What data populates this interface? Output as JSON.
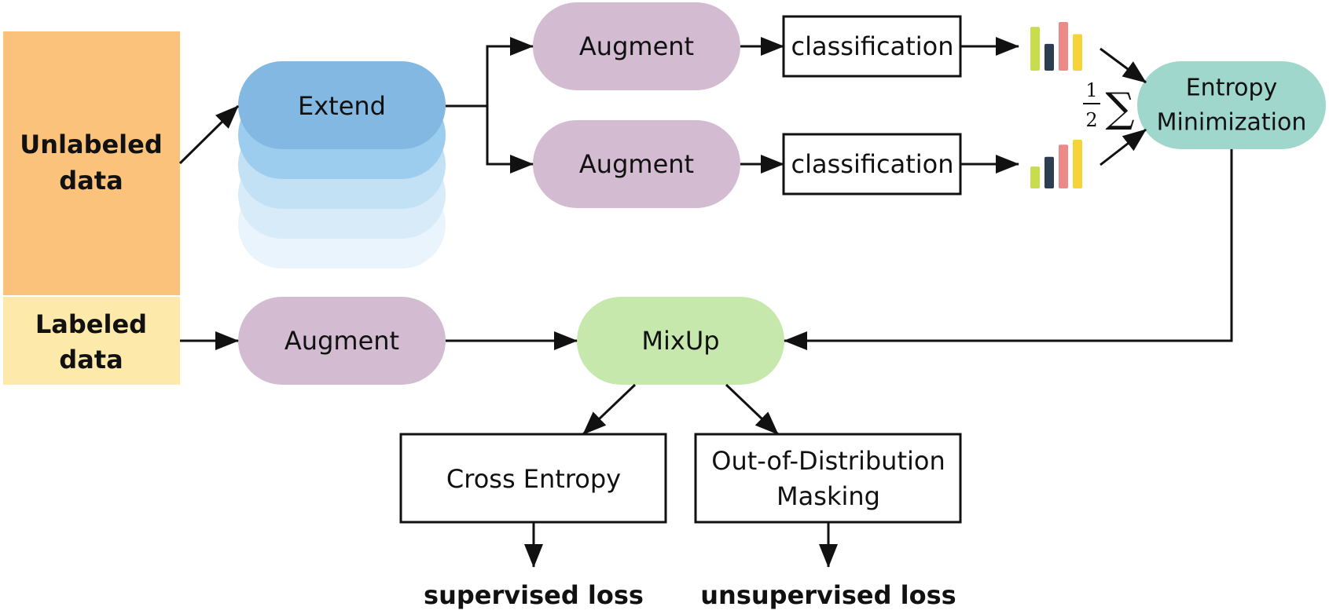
{
  "colors": {
    "unlabeled": "#fbc27b",
    "labeled": "#fdeaaa",
    "extend": "#82b8e1",
    "extend_stack": [
      "#9ccdee",
      "#c2e1f5",
      "#d8ebf8",
      "#eaf4fc"
    ],
    "augment": "#d3bbd2",
    "mixup": "#c7e8ad",
    "entropy": "#9fd7cd",
    "box_border": "#111111",
    "arrow": "#111111",
    "bar_colors": [
      "#c9dc4e",
      "#2d3e50",
      "#ec8a8a",
      "#f7d33a"
    ]
  },
  "nodes": {
    "unlabeled_data": {
      "line1": "Unlabeled",
      "line2": "data"
    },
    "labeled_data": {
      "line1": "Labeled",
      "line2": "data"
    },
    "extend": "Extend",
    "augment_top": "Augment",
    "augment_mid": "Augment",
    "augment_labeled": "Augment",
    "classification_top": "classification",
    "classification_mid": "classification",
    "entropy_minimization": {
      "line1": "Entropy",
      "line2": "Minimization"
    },
    "mixup": "MixUp",
    "cross_entropy": "Cross Entropy",
    "ood_masking": {
      "line1": "Out-of-Distribution",
      "line2": "Masking"
    },
    "supervised_loss": "supervised loss",
    "unsupervised_loss": "unsupervised loss"
  },
  "math": {
    "numerator": "1",
    "denominator": "2",
    "sum_symbol": "∑"
  },
  "icons": {
    "distribution_top": "bar-chart-icon",
    "distribution_bottom": "bar-chart-icon"
  },
  "distributions": {
    "top": [
      0.9,
      0.55,
      1.0,
      0.75
    ],
    "bottom": [
      0.45,
      0.65,
      0.9,
      1.0
    ]
  }
}
